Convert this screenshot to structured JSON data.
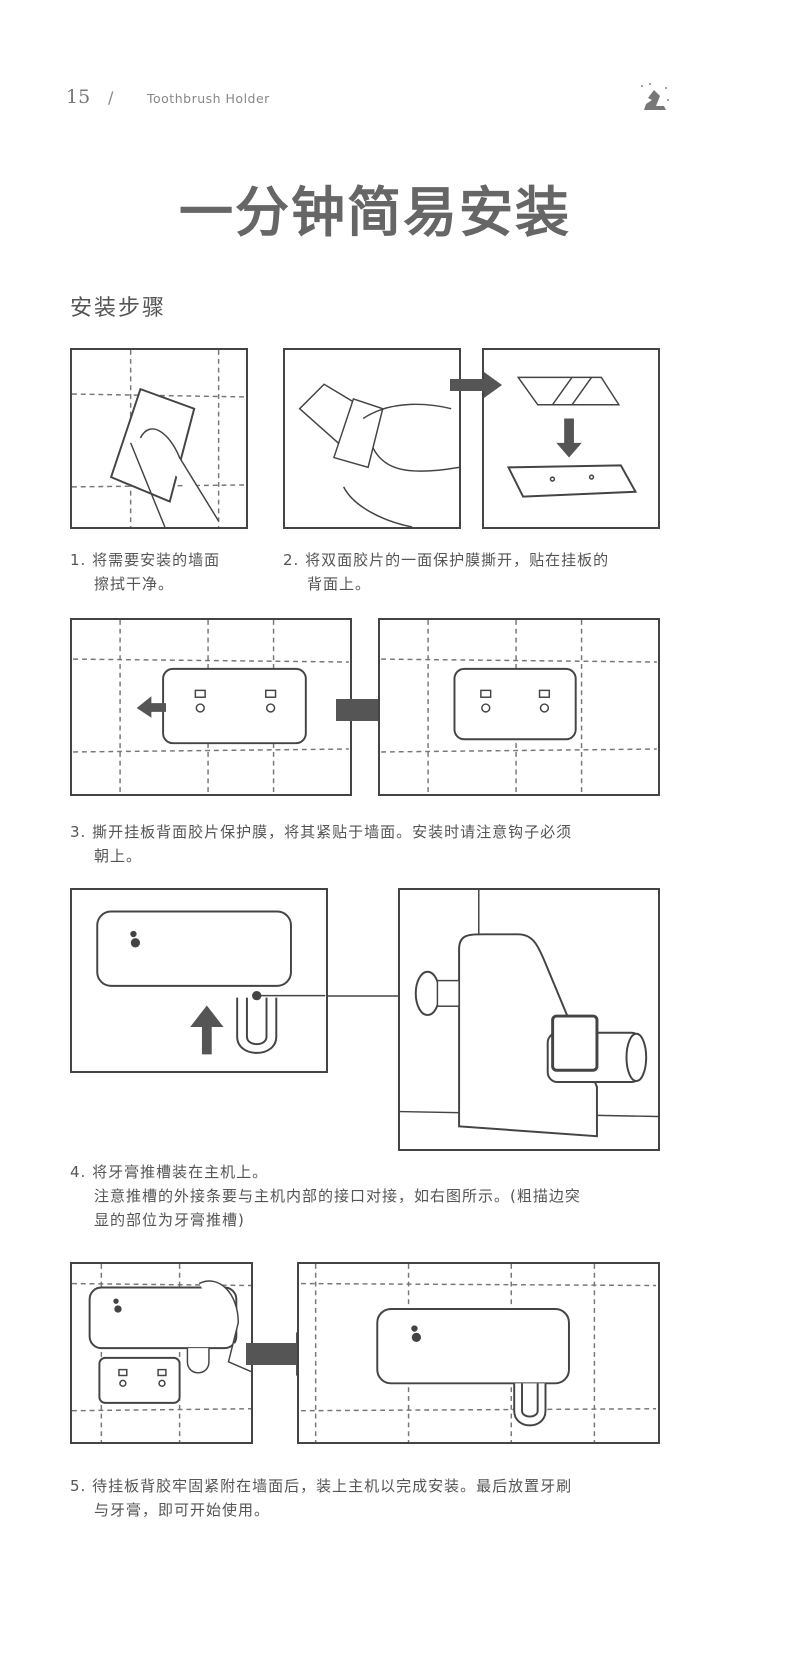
{
  "header": {
    "page_number": "15",
    "separator": "/",
    "subtitle": "Toothbrush Holder",
    "logo_icon": "brand-logo-icon"
  },
  "title": "一分钟简易安装",
  "section_heading": "安装步骤",
  "steps": [
    {
      "line1": "1. 将需要安装的墙面",
      "line2": "擦拭干净。"
    },
    {
      "line1": "2. 将双面胶片的一面保护膜撕开，贴在挂板的",
      "line2": "背面上。"
    },
    {
      "line1": "3. 撕开挂板背面胶片保护膜，将其紧贴于墙面。安装时请注意钩子必须",
      "line2": "朝上。"
    },
    {
      "line1": "4. 将牙膏推槽装在主机上。",
      "line2": "注意推槽的外接条要与主机内部的接口对接，如右图所示。(粗描边突",
      "line3": "显的部位为牙膏推槽)"
    },
    {
      "line1": "5. 待挂板背胶牢固紧附在墙面后，装上主机以完成安装。最后放置牙刷",
      "line2": "与牙膏，即可开始使用。"
    }
  ],
  "colors": {
    "text": "#555555",
    "title": "#666666",
    "line": "#444444",
    "arrow": "#555555"
  }
}
